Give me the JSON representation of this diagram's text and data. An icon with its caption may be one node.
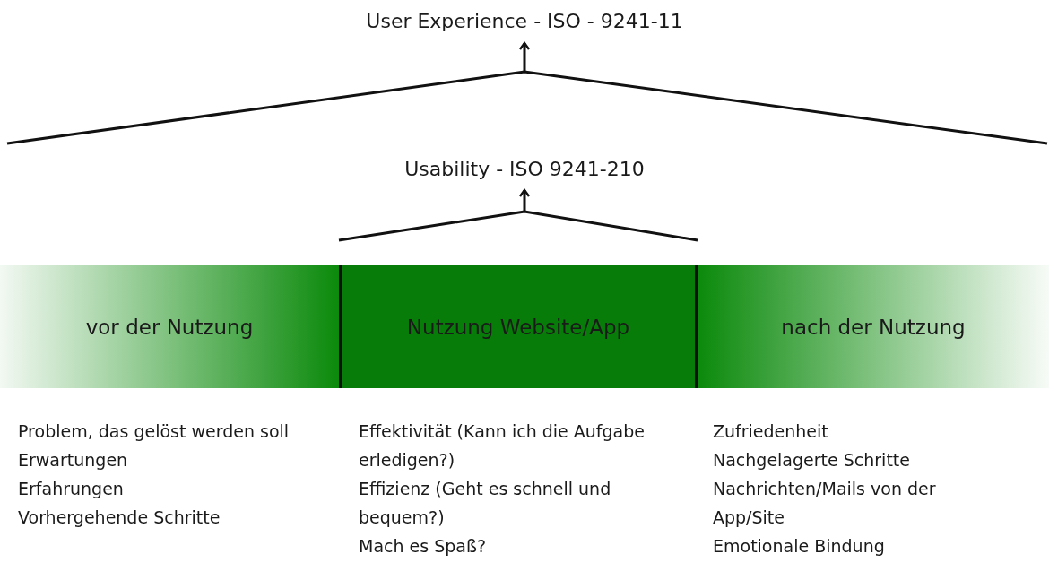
{
  "diagram": {
    "nodes": [
      {
        "text": [
          "User Experience - ISO - 9241-11"
        ]
      },
      {
        "text": [],
        "shape": "chevron"
      },
      {
        "text": [
          "Usability - ISO 9241-210"
        ]
      },
      {
        "text": [],
        "shape": "chevron"
      },
      {
        "text": [
          "vor der Nutzung"
        ],
        "beside": [
          "Problem, das gelöst werden soll",
          "Erwartungen",
          "Erfahrungen",
          "Vorhergehende Schritte"
        ]
      },
      {
        "text": [
          "Nutzung Website/App"
        ],
        "beside": [
          "Effektivität (Kann ich die Aufgabe erledigen?)",
          "Effizienz (Geht es schnell und bequem?)",
          "Mach es Spaß?"
        ]
      },
      {
        "text": [
          "nach der Nutzung"
        ],
        "beside": [
          "Zufriedenheit",
          "Nachgelagerte Schritte",
          "Nachrichten/Mails von der App/Site",
          "Emotionale Bindung"
        ]
      }
    ],
    "edges": [
      {
        "from": 1,
        "to": 0,
        "arrow": "to"
      },
      {
        "from": 3,
        "to": 2,
        "arrow": "to"
      }
    ]
  }
}
